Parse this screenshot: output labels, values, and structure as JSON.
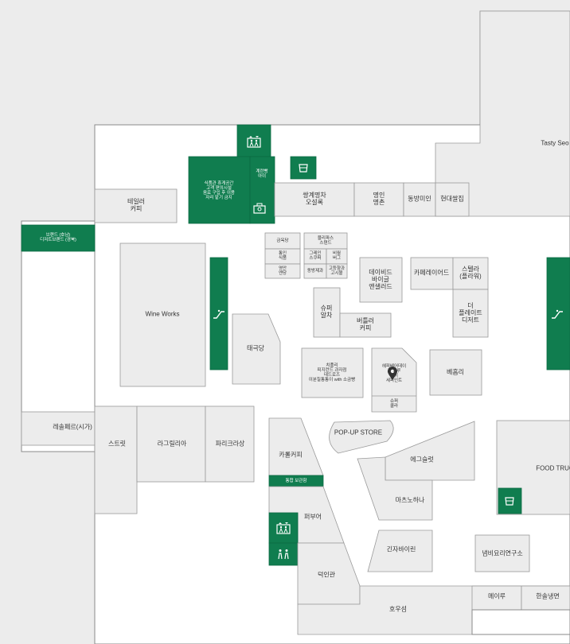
{
  "map": {
    "stores": {
      "tasty_seoul": "Tasty Seo",
      "taylor_coffee": "테일러\n커피",
      "wine_works": "Wine Works",
      "seasonal_left": "브랜드 (호남)\n디저트브랜드 (경북)",
      "kyeran_baby": "계란빵\n아이",
      "ssanggye_myeongchi": "쌍계명차\n오설록",
      "myeongin_myeongchan": "명인\n명촌",
      "dongbang_miin": "동방미인",
      "hyundai_ssalzip": "현대쌀집",
      "geumok_dang": "금옥당",
      "bolipass_stand": "블리파스\n스탠드",
      "tongin_sikpum": "통인\n식품",
      "grain_scoop": "그레인\n스쿠퍼",
      "biwol_bu": "비월\n버그",
      "yeongan": "영안\n엔당",
      "dongbang_jigwa": "동방제과",
      "godeung_sotlips": "고등향과\n고시볼",
      "david_bagel": "데이비드\n바이글\n앤샐러드",
      "kaffee_lahrd": "카페레이어드",
      "steller": "스텔라\n(플라워)",
      "the_playfield": "더\n플레이트\n디저트",
      "super_alchi": "슈퍼\n알차",
      "butler_coffee": "버틀러\n커피",
      "taegeukdang": "태극당",
      "chiffon": "치플리\n피지런드 과자점\n데드로즈\n이분칠통통이 with 소금빵",
      "pieces": "헤피베어데이\n르 프루\n베이\n세피인트",
      "shubal": "슈퍼\n콜라",
      "meningri": "베홈리",
      "lechel": "레솔페르(시가)",
      "streak": "스트릿",
      "la_grilia": "라그릴리아",
      "paris_croissant": "파리크라상",
      "popup_store": "POP-UP STORE",
      "cacao_coffee": "카롤커피",
      "egg_slut": "에그슬럿",
      "dachs_kna": "마츠노하나",
      "peoburger": "퍼부어",
      "ginja_bite": "긴자바이린",
      "nambi_lab": "냄비요리연구소",
      "deokindang": "덕인관",
      "food_truck": "FOOD TRUC",
      "meirou": "메이루",
      "hansol_naengmyeon": "한솔냉면",
      "houseong": "호우섬",
      "lounge_green": "통합 보관함"
    },
    "green_notice": "식품관 휴게공간\n고객 편의시설\n음료 구입 후 이용\n자리 맡기 금지"
  },
  "icons": {
    "elevator": "elevator-icon",
    "escalator": "escalator-icon",
    "cup": "cup-icon",
    "locker": "locker-icon",
    "restroom": "restroom-icon",
    "location_pin": "location-pin-icon"
  },
  "colors": {
    "accent_green": "#107d4f",
    "floor_white": "#ffffff",
    "store_grey": "#ececec",
    "background": "#ececec"
  }
}
